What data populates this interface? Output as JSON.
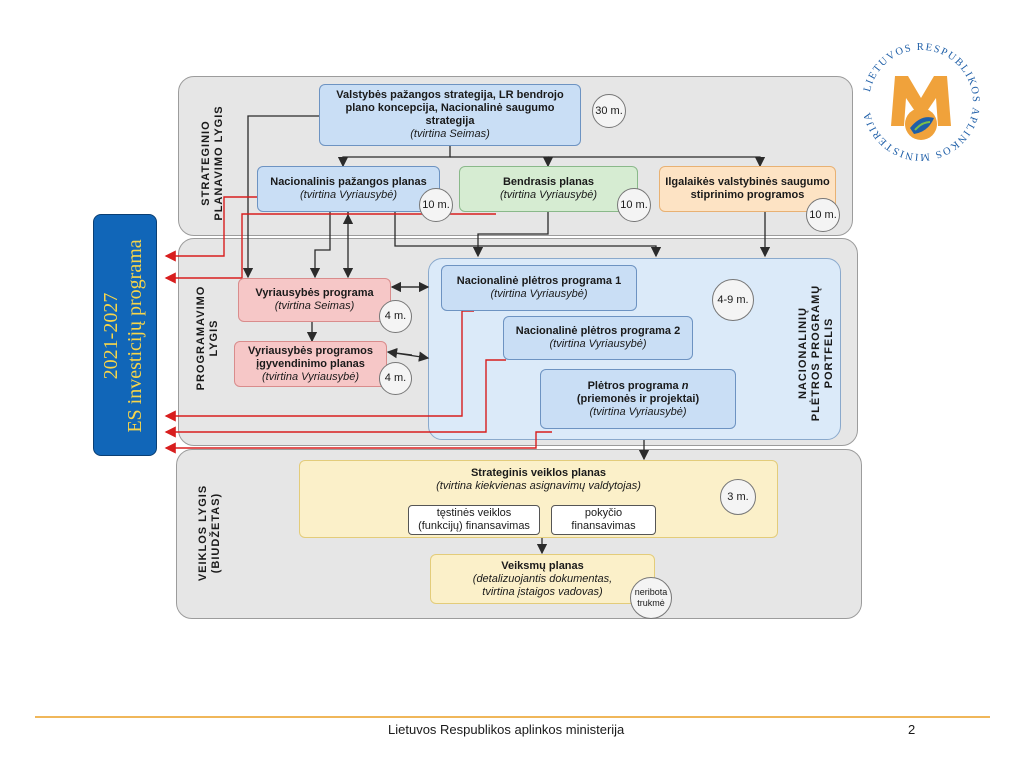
{
  "levels": {
    "strategic": "STRATEGINIO\nPLANAVIMO LYGIS",
    "programming": "PROGRAMAVIMO\nLYGIS",
    "activity": "VEIKLOS LYGIS\n(BIUDŽETAS)"
  },
  "eu_program": "2021-2027\nES investicijų programa",
  "strategic": {
    "top": {
      "title": "Valstybės pažangos strategija, LR bendrojo plano koncepcija, Nacionalinė saugumo strategija",
      "note": "(tvirtina Seimas)",
      "term": "30 m."
    },
    "national_progress": {
      "title": "Nacionalinis pažangos planas",
      "note": "(tvirtina Vyriausybė)",
      "term": "10 m."
    },
    "general_plan": {
      "title": "Bendrasis planas",
      "note": "(tvirtina Vyriausybė)",
      "term": "10 m."
    },
    "security": {
      "title": "Ilgalaikės valstybinės saugumo stiprinimo programos",
      "term": "10 m."
    }
  },
  "programming": {
    "gov_program": {
      "title": "Vyriausybės programa",
      "note": "(tvirtina Seimas)",
      "term": "4 m."
    },
    "gov_impl": {
      "title": "Vyriausybės programos įgyvendinimo planas",
      "note": "(tvirtina Vyriausybė)",
      "term": "4 m."
    },
    "ndp1": {
      "title": "Nacionalinė plėtros programa 1",
      "note": "(tvirtina Vyriausybė)"
    },
    "ndp2": {
      "title": "Nacionalinė plėtros programa 2",
      "note": "(tvirtina Vyriausybė)"
    },
    "dpn": {
      "title_a": "Plėtros programa ",
      "title_b": "n",
      "title_c": "(priemonės ir projektai)",
      "note": "(tvirtina Vyriausybė)"
    },
    "portfolio_term": "4-9 m.",
    "portfolio_label": "NACIONALINIŲ\nPLĖTROS PROGRAMŲ\nPORTFELIS"
  },
  "activity": {
    "strategic_plan": {
      "title": "Strateginis veiklos planas",
      "note": "(tvirtina kiekvienas asignavimų valdytojas)",
      "term": "3 m."
    },
    "continuing": "tęstinės veiklos\n(funkcijų) finansavimas",
    "change": "pokyčio\nfinansavimas",
    "action_plan": {
      "title": "Veiksmų planas",
      "note": "(detalizuojantis dokumentas,\ntvirtina įstaigos vadovas)",
      "term": "neribota\ntrukmė"
    }
  },
  "logo": {
    "ring_text": "LIETUVOS RESPUBLIKOS APLINKOS MINISTERIJA",
    "colors": {
      "orange": "#f0a23b",
      "blue": "#1f5fa8",
      "green": "#7bbf4a"
    }
  },
  "footer": {
    "text": "Lietuvos Respublikos aplinkos ministerija",
    "page": "2"
  },
  "colors": {
    "arrow_red": "#d81e1e",
    "line_dark": "#2b2b2b"
  }
}
